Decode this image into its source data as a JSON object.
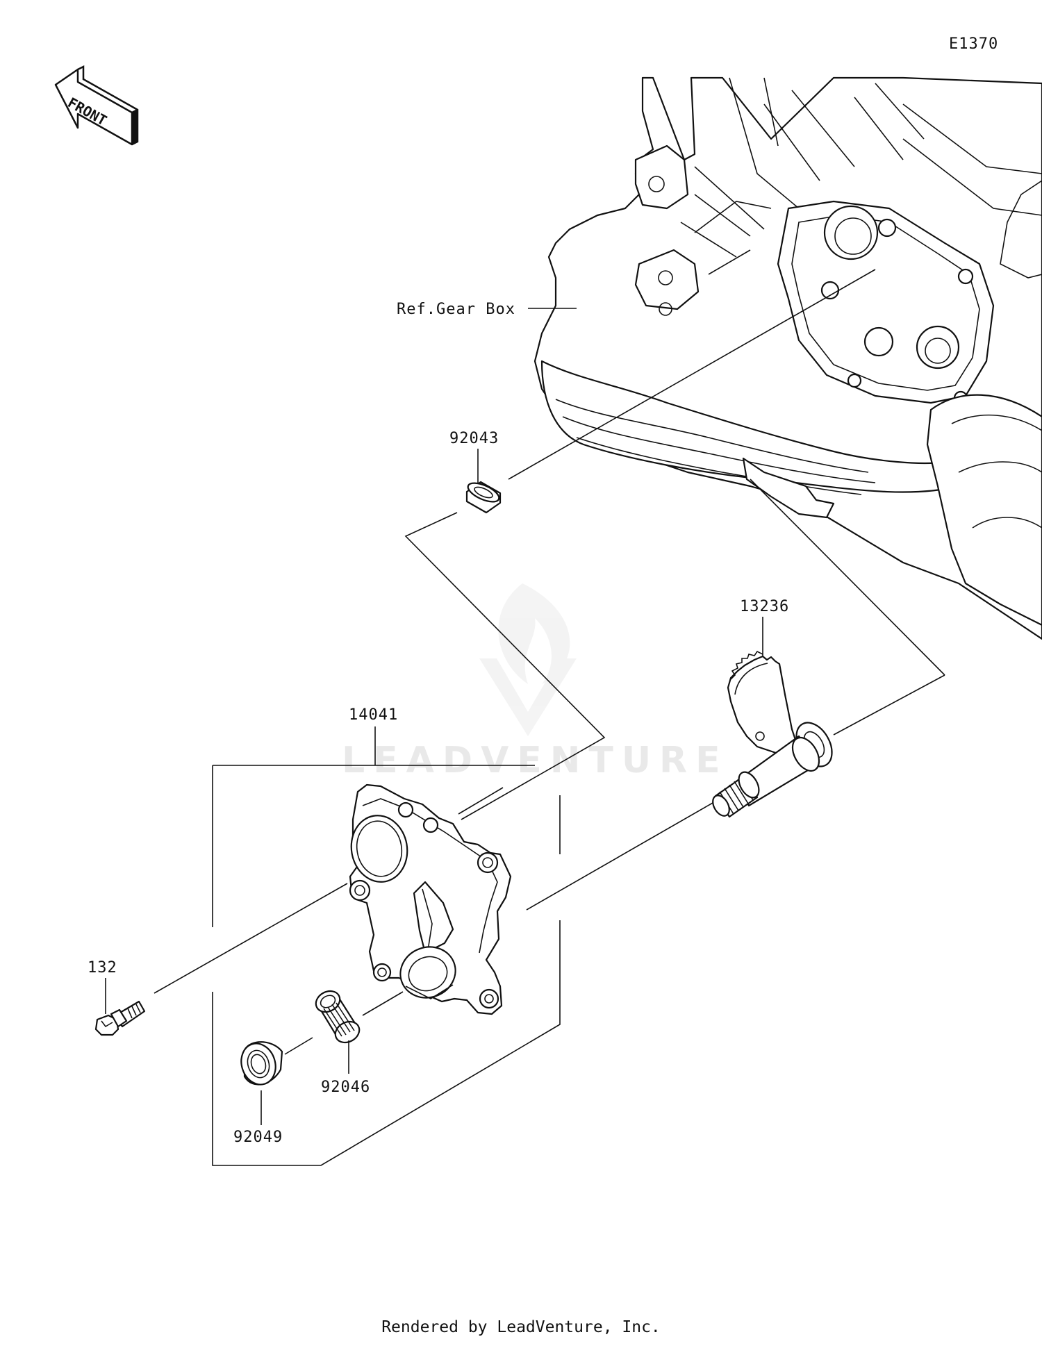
{
  "diagram_code": "E1370",
  "front_label": "FRONT",
  "watermark": "LEADVENTURE",
  "callouts": {
    "ref_gear_box": "Ref.Gear Box",
    "p92043": "92043",
    "p13236": "13236",
    "p14041": "14041",
    "p132": "132",
    "p92046": "92046",
    "p92049": "92049"
  },
  "footer": "Rendered by LeadVenture, Inc."
}
